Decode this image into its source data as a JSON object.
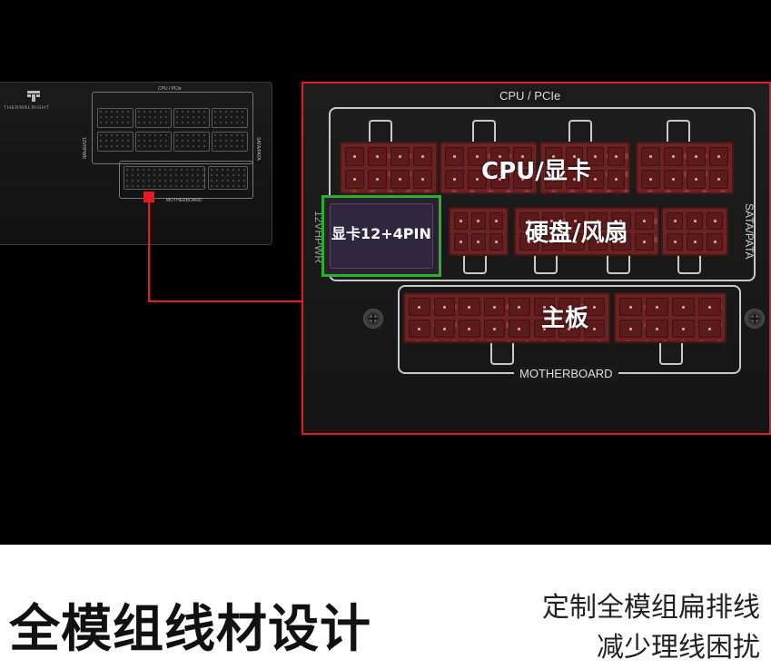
{
  "brand": {
    "logo_text": "THERMALRIGHT"
  },
  "small_psu": {
    "cpu_pcie_label": "CPU / PCIe",
    "gpu_pwr_label": "12VHPWR",
    "sata_label": "SATA/PATA",
    "motherboard_label": "MOTHERBOARD"
  },
  "zoom_panel": {
    "cpu_pcie_label": "CPU / PCIe",
    "cpu_gpu_overlay": "CPU/显卡",
    "gpu_connector_label": "显卡12+4PIN",
    "gpu_pwr_vertical": "12VHPWR",
    "drive_fan_overlay": "硬盘/风扇",
    "sata_vertical": "SATA/PATA",
    "motherboard_overlay": "主板",
    "motherboard_label": "MOTHERBOARD"
  },
  "footer": {
    "headline": "全模组线材设计",
    "subline_1": "定制全模组扁排线",
    "subline_2": "减少理线困扰"
  },
  "colors": {
    "highlight_red": "#e31b23",
    "highlight_green": "#2bb02b",
    "connector": "#6b2222"
  }
}
